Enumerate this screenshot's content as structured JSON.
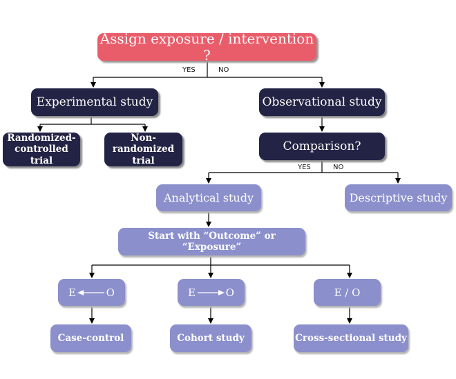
{
  "nodes": {
    "root": "Assign exposure / intervention ?",
    "experimental": "Experimental study",
    "observational": "Observational study",
    "rct": "Randomized-controlled trial",
    "nonrandom": "Non-randomized trial",
    "comparison": "Comparison?",
    "analytical": "Analytical study",
    "descriptive": "Descriptive study",
    "start_with": "Start with “Outcome” or “Exposure”",
    "case_control": "Case-control",
    "cohort": "Cohort study",
    "cross_sectional": "Cross-sectional study"
  },
  "eo": {
    "e": "E",
    "o": "O",
    "eo_slash": "E / O"
  },
  "branch_labels": {
    "yes_1": "YES",
    "no_1": "NO",
    "yes_2": "YES",
    "no_2": "NO"
  },
  "colors": {
    "decision_red": "#e95d6b",
    "dark_navy": "#232345",
    "lavender": "#8b8fcb",
    "connector": "#000000"
  }
}
